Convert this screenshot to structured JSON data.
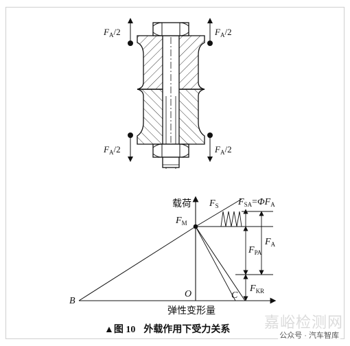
{
  "bolted_joint": {
    "force_labels": [
      {
        "text": "F",
        "sub": "A",
        "tail": "/2"
      },
      {
        "text": "F",
        "sub": "A",
        "tail": "/2"
      },
      {
        "text": "F",
        "sub": "A",
        "tail": "/2"
      },
      {
        "text": "F",
        "sub": "A",
        "tail": "/2"
      }
    ]
  },
  "force_deformation_diagram": {
    "y_axis_label": "载荷",
    "x_axis_label": "弹性变形量",
    "fs_label": {
      "text": "F",
      "sub": "S"
    },
    "fsa_label": {
      "text": "F",
      "sub": "SA",
      "eq": "=",
      "phi": "Φ",
      "f": "F",
      "sub2": "A"
    },
    "fm_label": {
      "text": "F",
      "sub": "M"
    },
    "fpa_label": {
      "text": "F",
      "sub": "PA"
    },
    "fa_label": {
      "text": "F",
      "sub": "A"
    },
    "fkr_label": {
      "text": "F",
      "sub": "KR"
    },
    "point_o": "O",
    "point_b": "B",
    "point_c": "C"
  },
  "caption": {
    "marker": "▲",
    "figure_number": "图 10",
    "text": "外载作用下受力关系"
  },
  "watermark": {
    "main": "嘉峪检测网",
    "secondary": "公众号 · 汽车智库"
  }
}
